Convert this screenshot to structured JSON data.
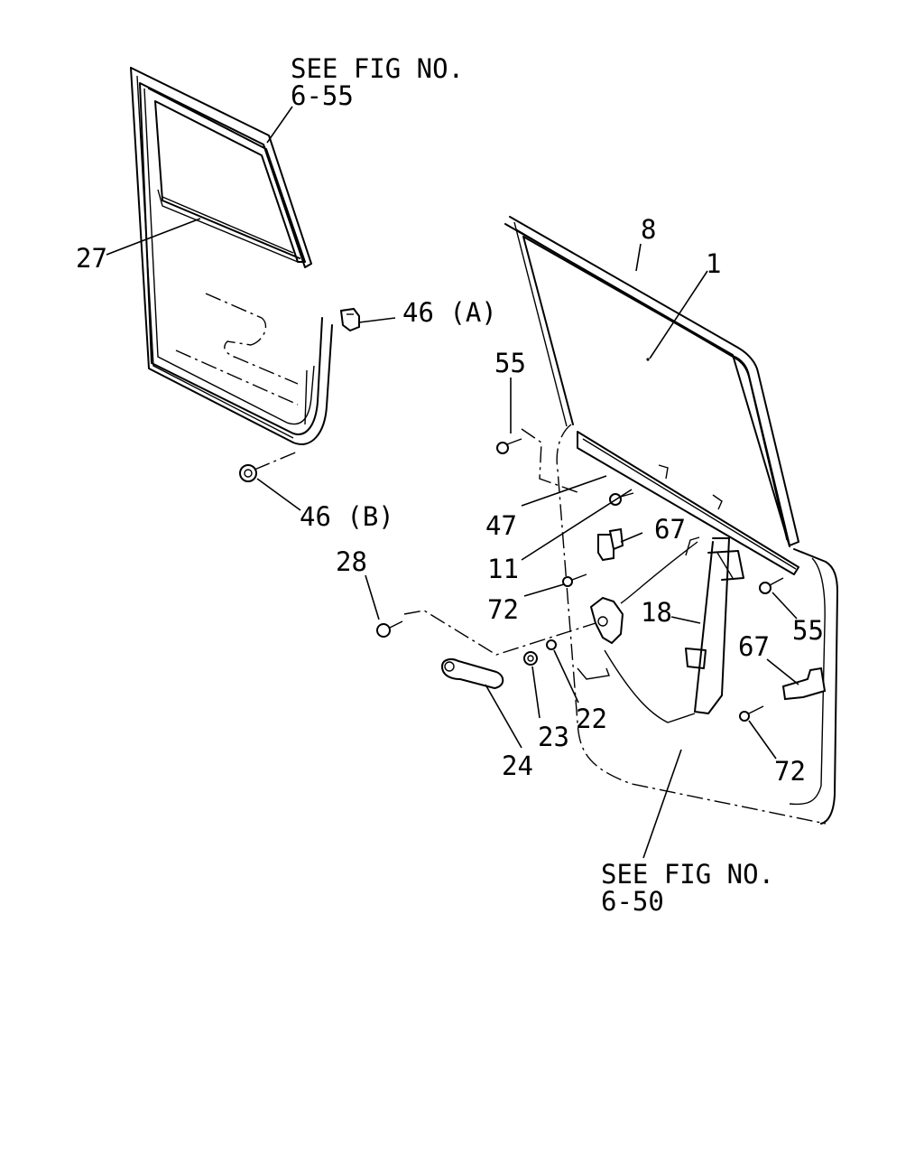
{
  "figure_refs": [
    {
      "id": "ref_top",
      "line1": "SEE FIG NO.",
      "line2": "6-55"
    },
    {
      "id": "ref_bottom",
      "line1": "SEE FIG NO.",
      "line2": "6-50"
    }
  ],
  "callouts": {
    "c27": "27",
    "c46a": "46 (A)",
    "c46b": "46 (B)",
    "c8": "8",
    "c1": "1",
    "c55_top": "55",
    "c47": "47",
    "c11": "11",
    "c67_top": "67",
    "c72_top": "72",
    "c28": "28",
    "c18": "18",
    "c55_right": "55",
    "c67_right": "67",
    "c72_right": "72",
    "c23": "23",
    "c22": "22",
    "c24": "24"
  }
}
